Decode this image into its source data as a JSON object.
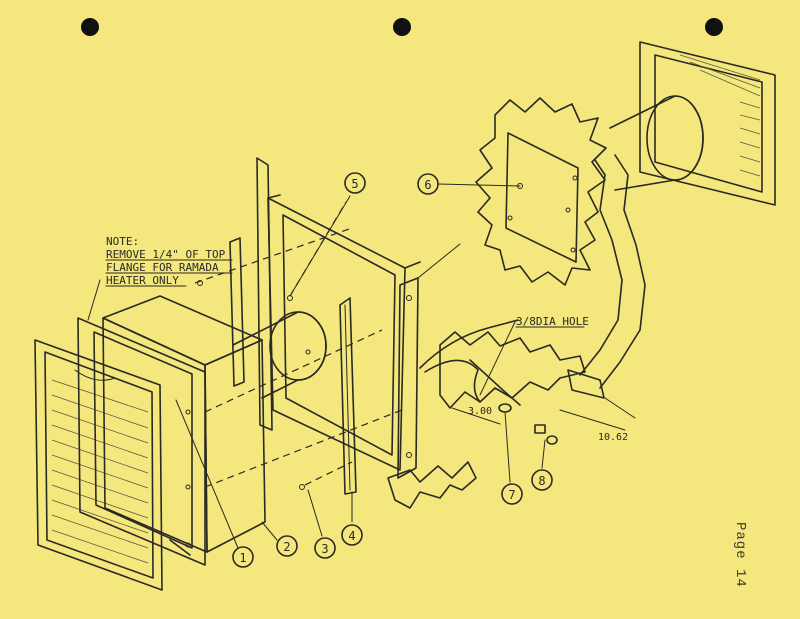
{
  "note": {
    "line1": "NOTE:",
    "line2": "REMOVE 1/4\" OF TOP",
    "line3": "FLANGE FOR RAMADA",
    "line4": "HEATER ONLY"
  },
  "hole_label": "3/8DIA HOLE",
  "dimensions": {
    "short": "3.00",
    "long": "10.62"
  },
  "callouts": [
    "1",
    "2",
    "3",
    "4",
    "5",
    "6",
    "7",
    "8"
  ],
  "page_label": "Page 14"
}
